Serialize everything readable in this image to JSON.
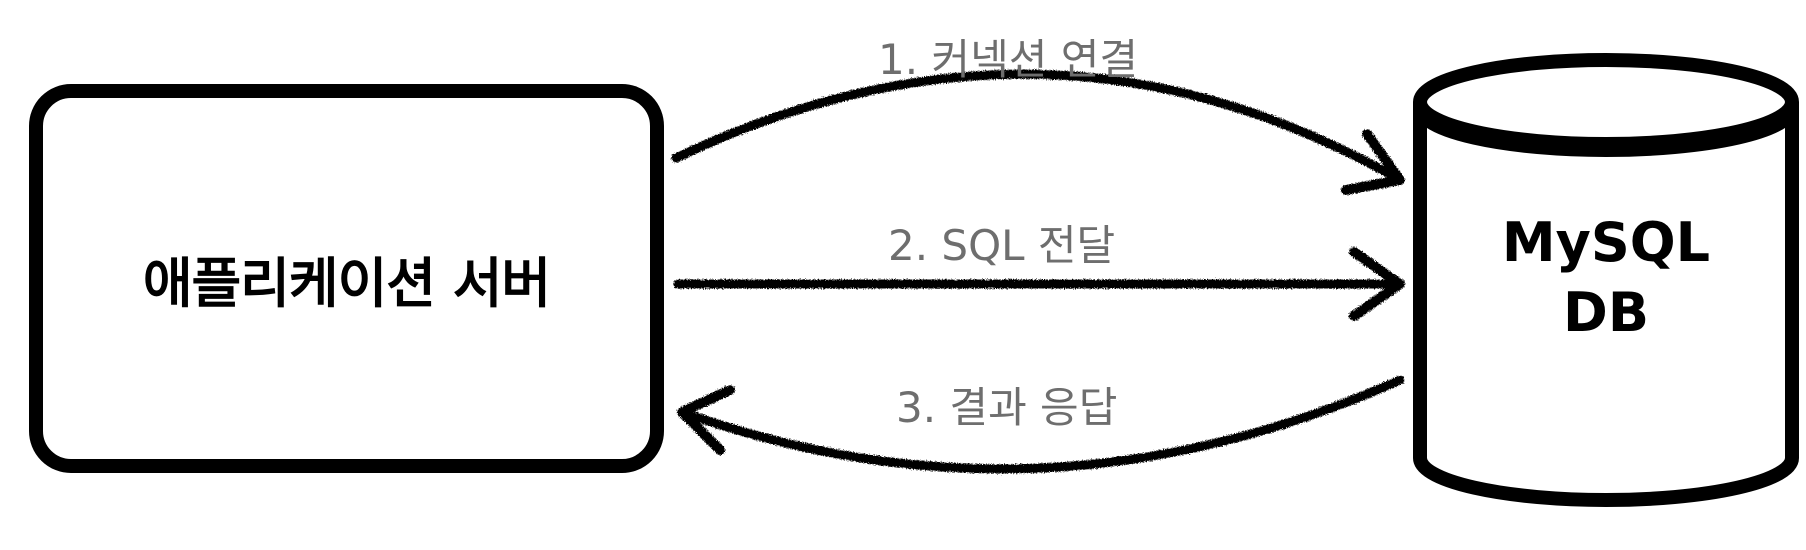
{
  "nodes": {
    "app_server": {
      "label": "애플리케이션 서버"
    },
    "database": {
      "line1": "MySQL",
      "line2": "DB"
    }
  },
  "arrows": [
    {
      "label": "1. 커넥션 연결",
      "from": "app_server",
      "to": "database"
    },
    {
      "label": "2. SQL 전달",
      "from": "app_server",
      "to": "database"
    },
    {
      "label": "3. 결과 응답",
      "from": "database",
      "to": "app_server"
    }
  ],
  "colors": {
    "stroke": "#000000",
    "arrow_label": "#6e6e6e",
    "background": "#ffffff"
  }
}
